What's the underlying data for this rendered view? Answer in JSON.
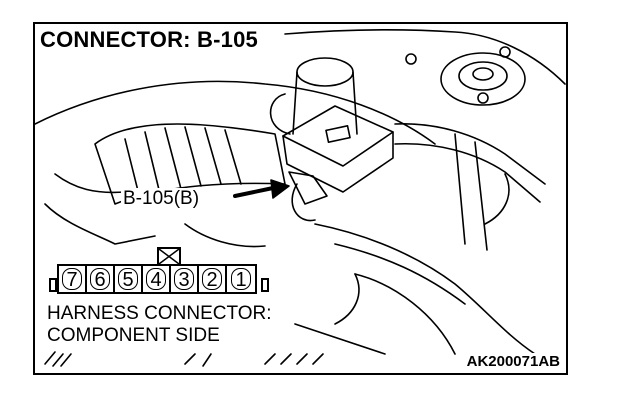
{
  "diagram": {
    "title": "CONNECTOR: B-105",
    "callout_label": "B-105(B)",
    "connector_pins": [
      "7",
      "6",
      "5",
      "4",
      "3",
      "2",
      "1"
    ],
    "harness_line1": "HARNESS CONNECTOR:",
    "harness_line2": "COMPONENT SIDE",
    "figure_code": "AK200071AB"
  }
}
